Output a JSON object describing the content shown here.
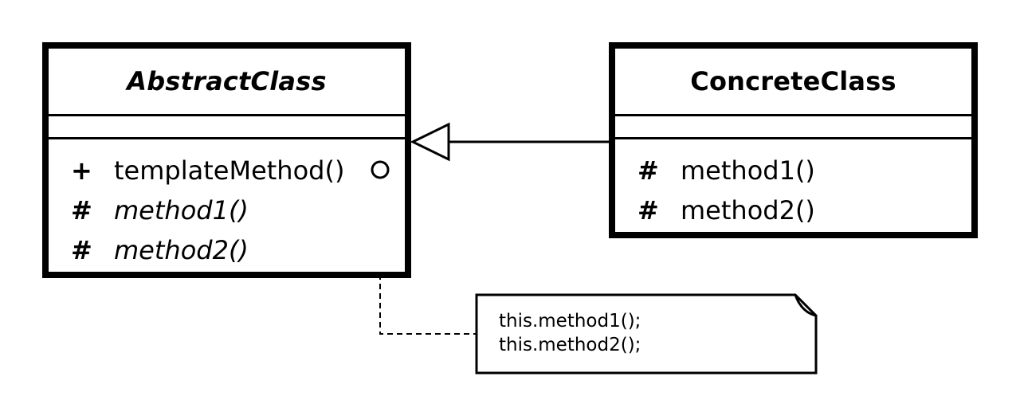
{
  "abstract_class": {
    "name": "AbstractClass",
    "operations": [
      {
        "visibility": "+",
        "signature": "templateMethod()",
        "abstract": false
      },
      {
        "visibility": "#",
        "signature": "method1()",
        "abstract": true
      },
      {
        "visibility": "#",
        "signature": "method2()",
        "abstract": true
      }
    ]
  },
  "concrete_class": {
    "name": "ConcreteClass",
    "operations": [
      {
        "visibility": "#",
        "signature": "method1()"
      },
      {
        "visibility": "#",
        "signature": "method2()"
      }
    ]
  },
  "note": {
    "lines": [
      "this.method1();",
      "this.method2();"
    ]
  },
  "relationships": [
    {
      "type": "generalization",
      "from": "ConcreteClass",
      "to": "AbstractClass"
    },
    {
      "type": "note-attachment",
      "from": "templateMethod()",
      "to": "note"
    }
  ],
  "colors": {
    "stroke": "#000000",
    "background": "#ffffff"
  }
}
